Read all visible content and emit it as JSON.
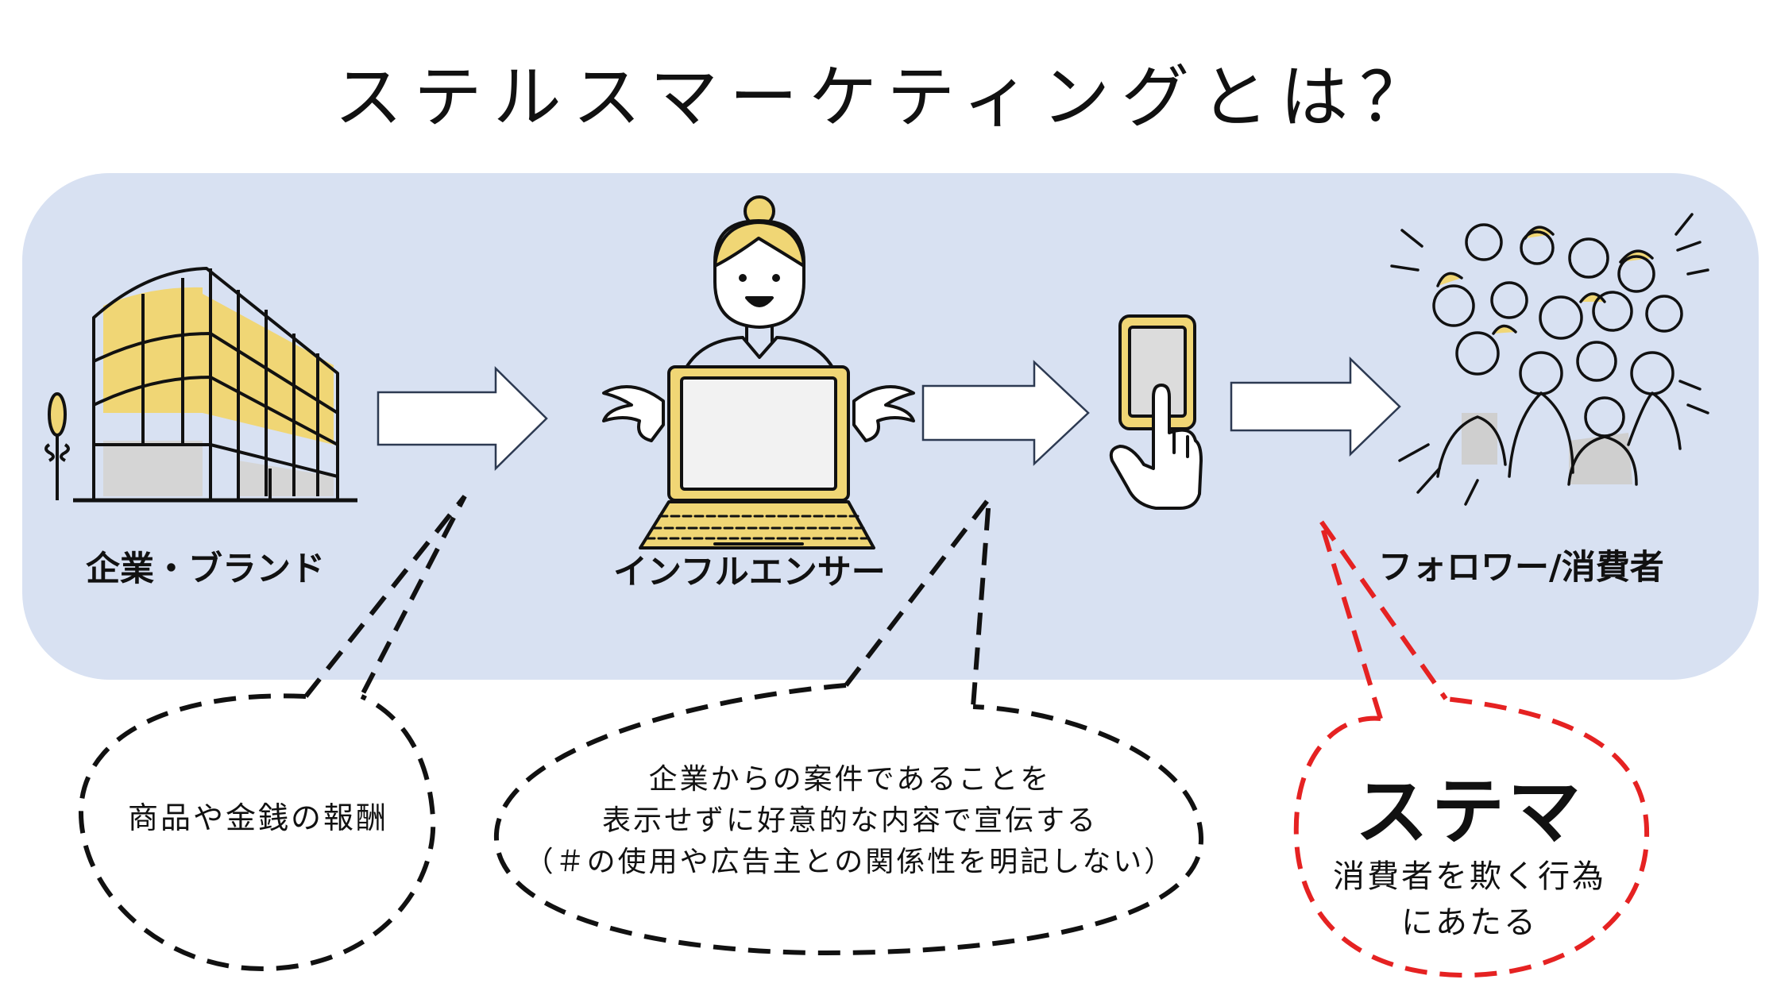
{
  "title": "ステルスマーケティングとは？",
  "actors": {
    "brand": "企業・ブランド",
    "influencer": "インフルエンサー",
    "followers": "フォロワー/消費者"
  },
  "bubbles": {
    "reward": "商品や金銭の報酬",
    "disclosure_line1": "企業からの案件であることを",
    "disclosure_line2": "表示せずに好意的な内容で宣伝する",
    "disclosure_line3": "（＃の使用や広告主との関係性を明記しない）",
    "stema_title": "ステマ",
    "stema_line1": "消費者を欺く行為",
    "stema_line2": "にあたる"
  },
  "colors": {
    "panel": "#d8e1f2",
    "accent_yellow": "#f0d675",
    "warning_red": "#e52222",
    "ink": "#111111"
  },
  "icons": [
    "building-icon",
    "influencer-laptop-icon",
    "smartphone-tap-icon",
    "crowd-icon"
  ]
}
